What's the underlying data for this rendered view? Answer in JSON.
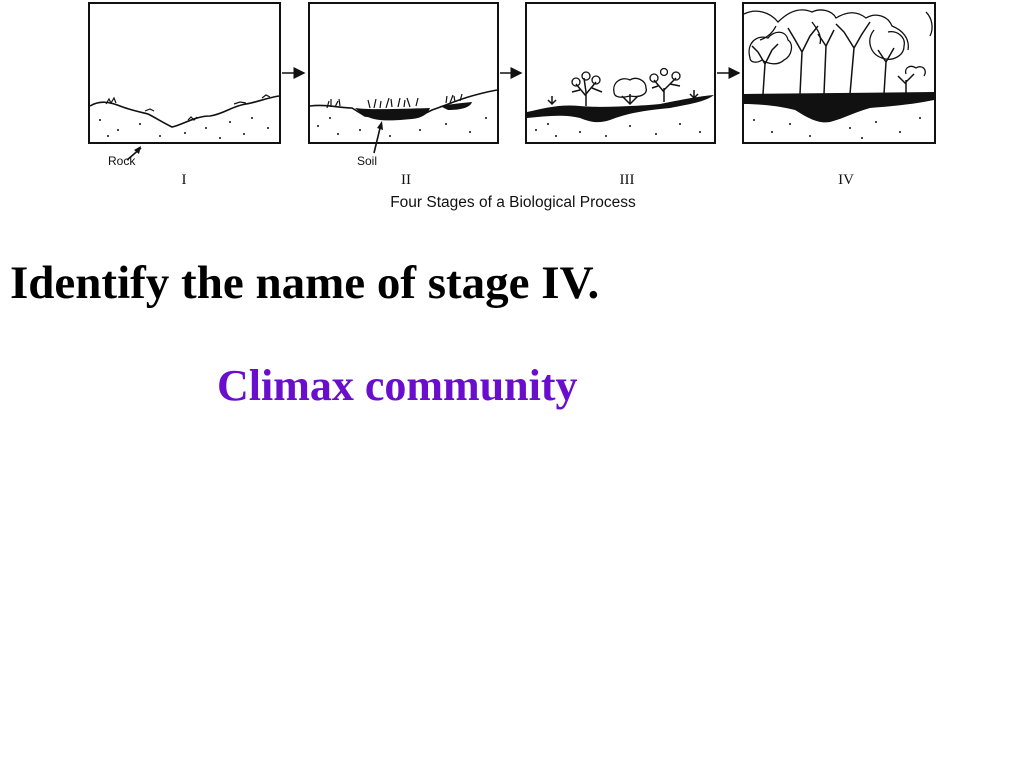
{
  "diagram": {
    "caption": "Four Stages of a Biological Process",
    "stages": [
      {
        "numeral": "I",
        "pointer_label": "Rock"
      },
      {
        "numeral": "II",
        "pointer_label": "Soil"
      },
      {
        "numeral": "III"
      },
      {
        "numeral": "IV"
      }
    ]
  },
  "question": "Identify the name of stage IV.",
  "answer": "Climax community",
  "colors": {
    "answer": "#6a0dcc",
    "ink": "#111111"
  }
}
